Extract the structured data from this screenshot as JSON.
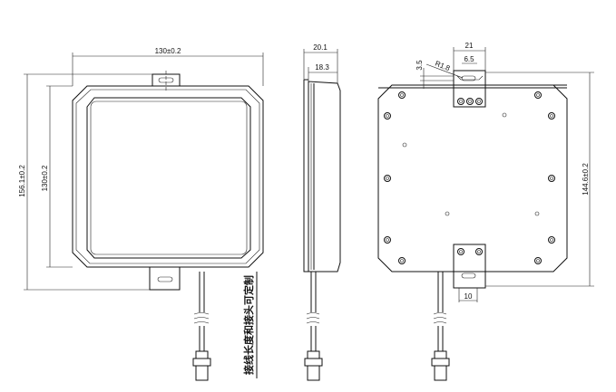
{
  "front_view": {
    "width_dim": "130±0.2",
    "overall_height_dim": "156.1±0.2",
    "height_dim": "130±0.2",
    "cable_note": "接线长度和接头可定制"
  },
  "side_view": {
    "overall_depth_dim": "20.1",
    "depth_dim": "18.3"
  },
  "back_view": {
    "bracket_width_dim": "21",
    "slot_length_dim": "6.5",
    "slot_radius_dim": "R1.8",
    "slot_offset_dim": "3.5",
    "height_dim": "144.6±0.2",
    "bottom_bracket_dim": "10"
  }
}
